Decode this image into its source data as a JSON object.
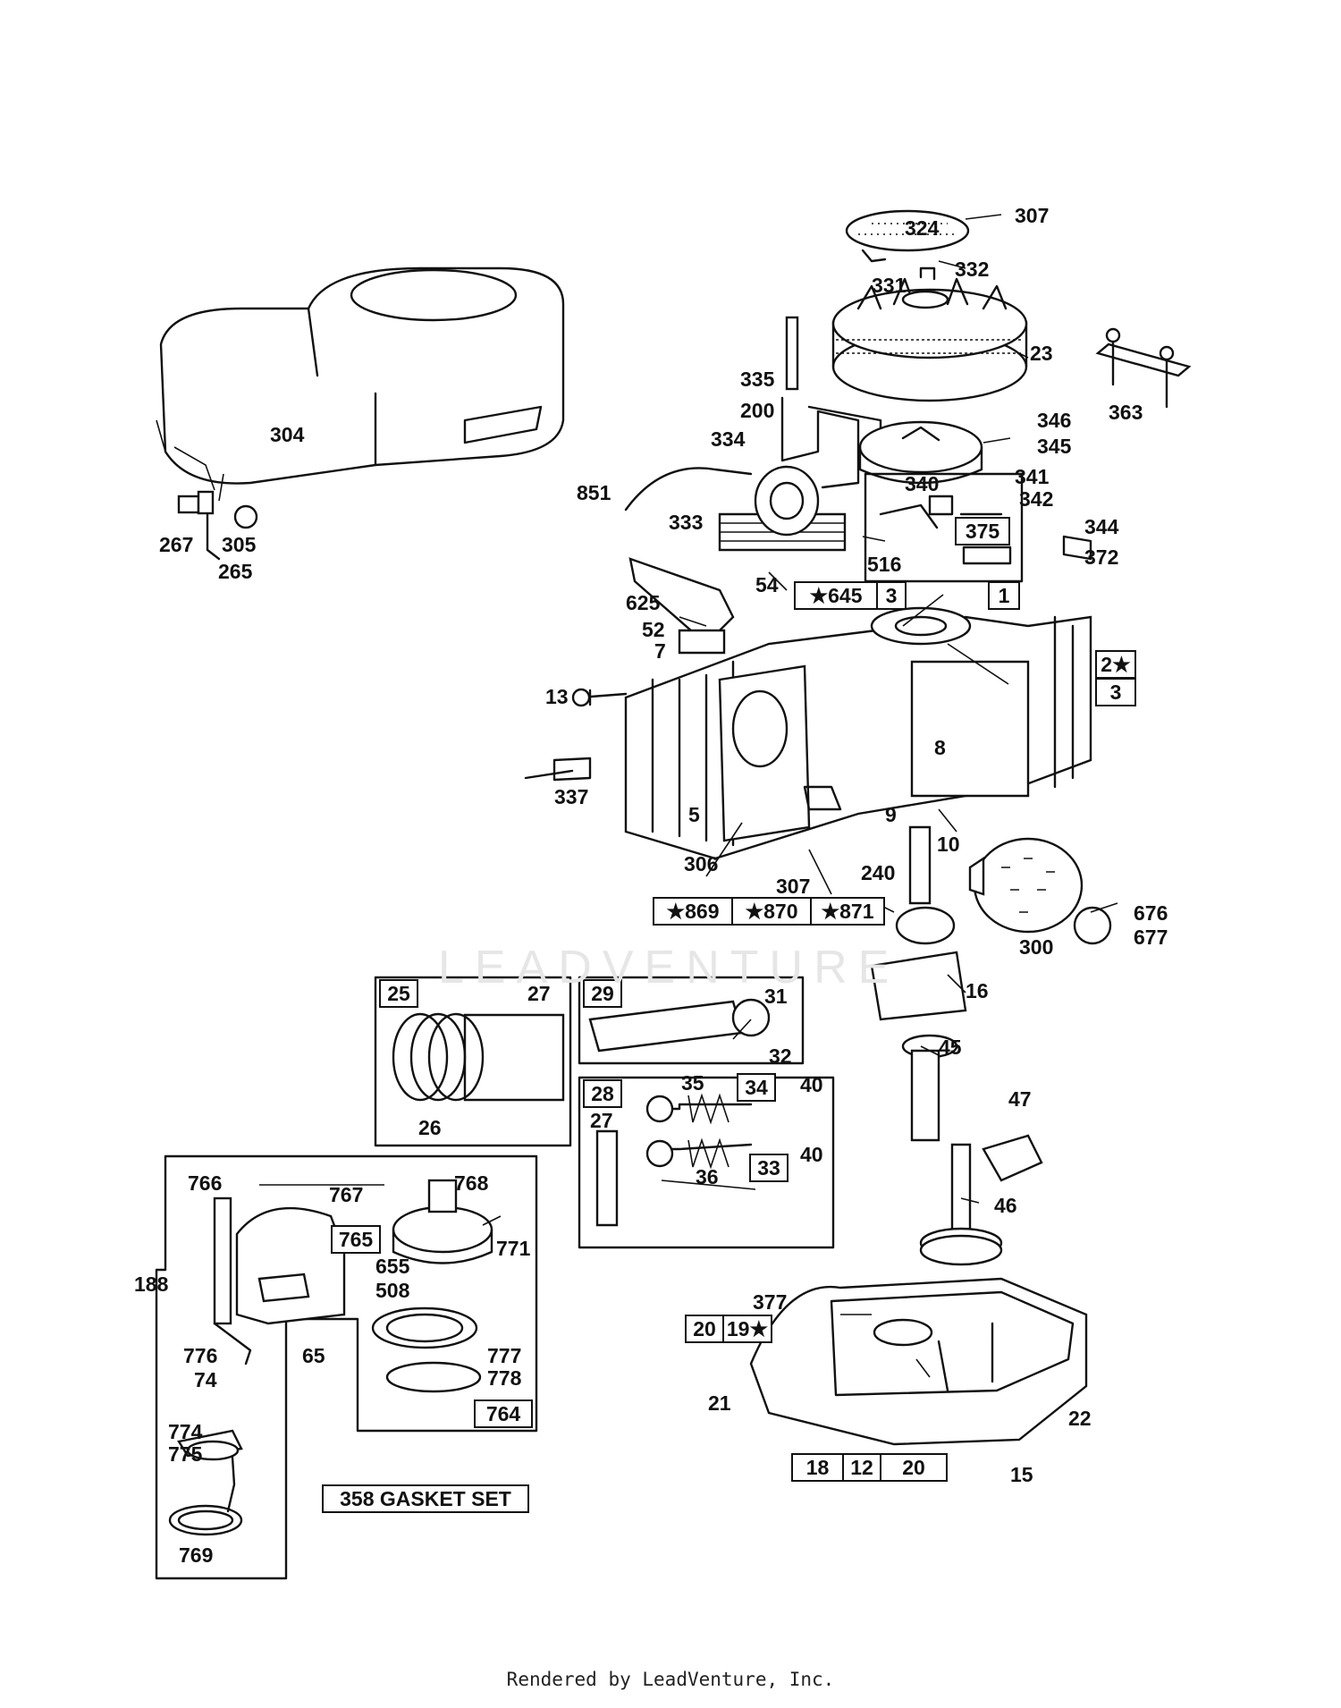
{
  "labels": {
    "l304": "304",
    "l267": "267",
    "l265": "265",
    "l305": "305",
    "l307a": "307",
    "l324": "324",
    "l332": "332",
    "l331": "331",
    "l23": "23",
    "l335": "335",
    "l200": "200",
    "l334": "334",
    "l363": "363",
    "l346": "346",
    "l345": "345",
    "l340": "340",
    "l341": "341",
    "l342": "342",
    "l851": "851",
    "l333": "333",
    "l344": "344",
    "l372": "372",
    "l516": "516",
    "l54": "54",
    "l625": "625",
    "l52": "52",
    "l7": "7",
    "l13": "13",
    "l337": "337",
    "l5": "5",
    "l306": "306",
    "l307b": "307",
    "l8": "8",
    "l9": "9",
    "l10": "10",
    "l240": "240",
    "l676": "676",
    "l677": "677",
    "l300": "300",
    "l16": "16",
    "l45": "45",
    "l27a": "27",
    "l26": "26",
    "l31": "31",
    "l32": "32",
    "l35": "35",
    "l40a": "40",
    "l27b": "27",
    "l40b": "40",
    "l36": "36",
    "l47": "47",
    "l46": "46",
    "l766": "766",
    "l767": "767",
    "l768": "768",
    "l771": "771",
    "l188": "188",
    "l655": "655",
    "l508": "508",
    "l65": "65",
    "l776": "776",
    "l74": "74",
    "l777": "777",
    "l778": "778",
    "l774": "774",
    "l775": "775",
    "l769": "769",
    "l377": "377",
    "l21": "21",
    "l22": "22",
    "l15": "15"
  },
  "boxed": {
    "b375": "375",
    "b645": "★645",
    "b3a": "3",
    "b1": "1",
    "b2": "2★",
    "b3b": "3",
    "b869": "★869",
    "b870": "★870",
    "b871": "★871",
    "b25": "25",
    "b29": "29",
    "b28": "28",
    "b34": "34",
    "b33": "33",
    "b765": "765",
    "b764": "764",
    "b20a": "20",
    "b19": "19★",
    "b18": "18",
    "b12": "12",
    "b20b": "20"
  },
  "gasket_set": "358 GASKET SET",
  "watermark": "LEADVENTURE",
  "footer": "Rendered by LeadVenture, Inc."
}
